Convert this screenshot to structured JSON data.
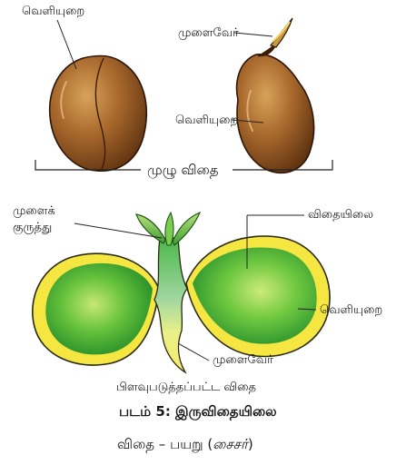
{
  "labels": {
    "seed_coat_top_left": "வெளியுறை",
    "radicle_top_right": "முளைவேர்",
    "seed_coat_top_right": "வெளியுறை",
    "whole_seed": "முழு விதை",
    "plumule_line1": "முளைக்",
    "plumule_line2": "குருத்து",
    "cotyledon": "விதையிலை",
    "seed_coat_bottom": "வெளியுறை",
    "radicle_bottom": "முளைவேர்",
    "split_seed": "பிளவுபடுத்தப்பட்ட விதை"
  },
  "caption": {
    "figure": "படம் 5: இருவிதையிலை",
    "subtitle_prefix": "விதை – பயறு (",
    "subtitle_italic": "சைசர்",
    "subtitle_suffix": ")"
  }
}
